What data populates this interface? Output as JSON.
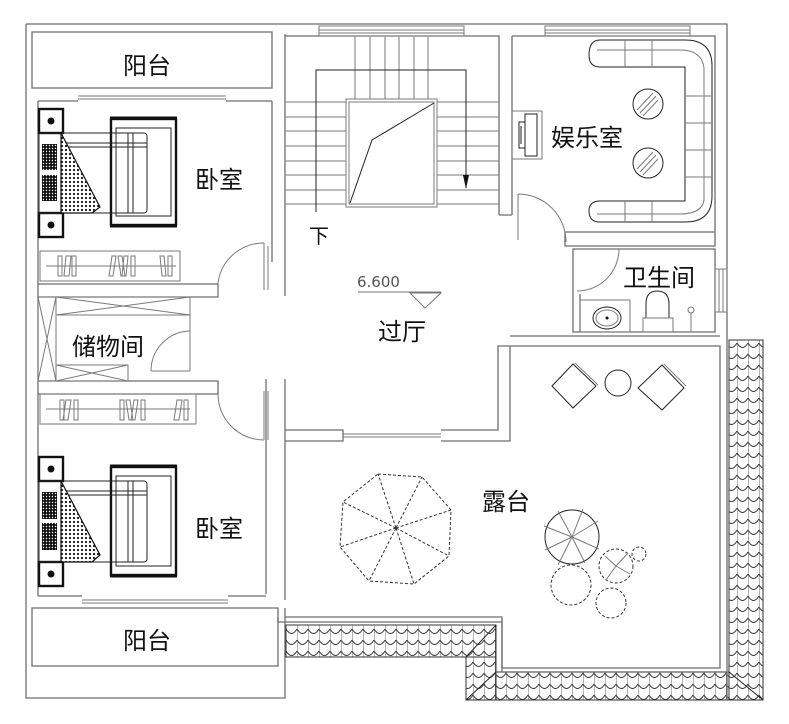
{
  "plan": {
    "rooms": {
      "balcony_top": "阳台",
      "bedroom_top": "卧室",
      "storage": "储物间",
      "bedroom_bottom": "卧室",
      "balcony_bottom": "阳台",
      "hall": "过厅",
      "entertainment": "娱乐室",
      "bathroom": "卫生间",
      "terrace": "露台"
    },
    "stair_direction": "下",
    "elevation_mark": "6.600"
  },
  "icons": [
    "bed-icon",
    "nightstand-icon",
    "wardrobe-icon",
    "door-swing-icon",
    "staircase-icon",
    "sofa-icon",
    "tv-cabinet-icon",
    "round-table-icon",
    "washbasin-icon",
    "toilet-icon",
    "floor-drain-icon",
    "lounge-chair-icon",
    "parasol-icon",
    "tree-icon",
    "shrub-icon",
    "roof-tile-icon",
    "window-icon",
    "elevation-marker-icon"
  ]
}
